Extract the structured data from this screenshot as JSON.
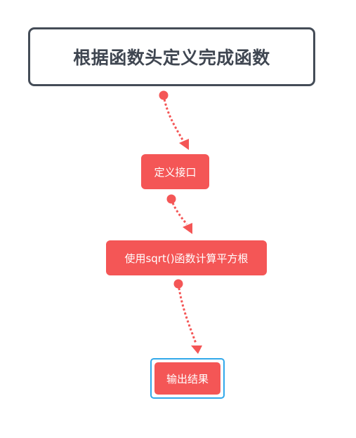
{
  "diagram": {
    "title": "根据函数头定义完成函数",
    "steps": [
      {
        "label": "定义接口"
      },
      {
        "label": "使用sqrt()函数计算平方根"
      },
      {
        "label": "输出结果"
      }
    ],
    "colors": {
      "step_fill": "#f45656",
      "connector": "#f45656",
      "title_border": "#444c57",
      "title_text": "#3f4651",
      "selection": "#31a8ea"
    }
  }
}
